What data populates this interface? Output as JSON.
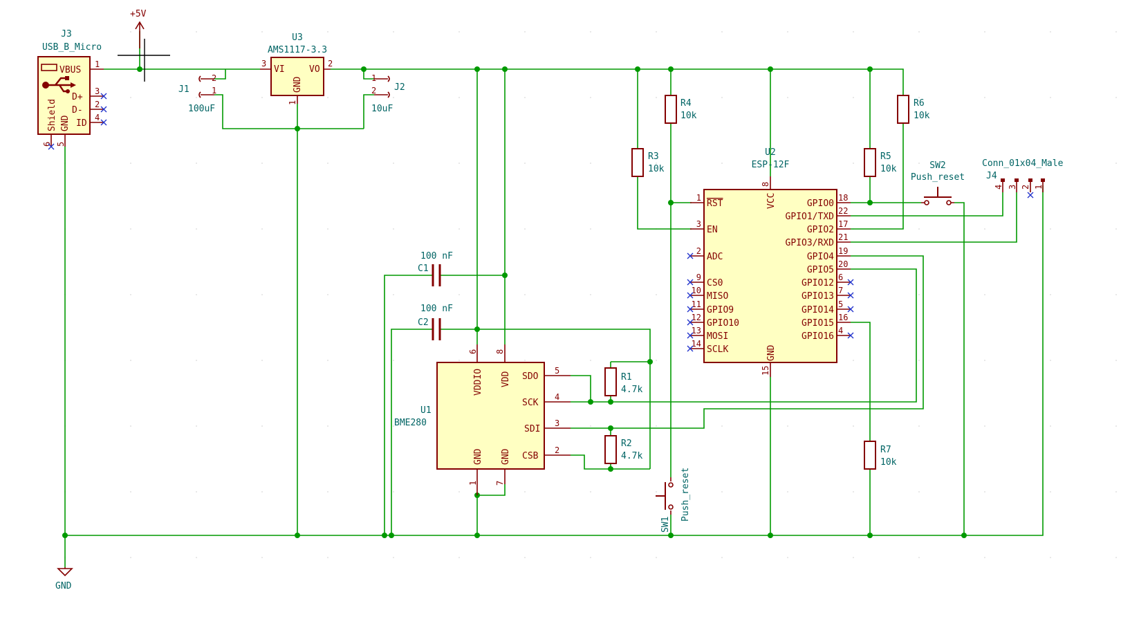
{
  "power": {
    "vcc": "+5V",
    "gnd": "GND"
  },
  "j3": {
    "ref": "J3",
    "value": "USB_B_Micro",
    "pins": {
      "vbus": "VBUS",
      "dp": "D+",
      "dm": "D-",
      "id": "ID",
      "shield": "Shield",
      "gnd": "GND"
    },
    "nums": {
      "vbus": "1",
      "dp": "3",
      "dm": "2",
      "id": "4",
      "shield": "6",
      "gnd": "5"
    }
  },
  "u3": {
    "ref": "U3",
    "value": "AMS1117-3.3",
    "pins": {
      "vi": "VI",
      "vo": "VO",
      "gnd": "GND"
    },
    "nums": {
      "vi": "3",
      "vo": "2",
      "gnd": "1"
    }
  },
  "j1": {
    "ref": "J1",
    "value": "100uF",
    "n2": "2",
    "n1": "1"
  },
  "j2": {
    "ref": "J2",
    "value": "10uF",
    "n1": "1",
    "n2": "2"
  },
  "r1": {
    "ref": "R1",
    "value": "4.7k"
  },
  "r2": {
    "ref": "R2",
    "value": "4.7k"
  },
  "r3": {
    "ref": "R3",
    "value": "10k"
  },
  "r4": {
    "ref": "R4",
    "value": "10k"
  },
  "r5": {
    "ref": "R5",
    "value": "10k"
  },
  "r6": {
    "ref": "R6",
    "value": "10k"
  },
  "r7": {
    "ref": "R7",
    "value": "10k"
  },
  "c1": {
    "ref": "C1",
    "value": "100 nF"
  },
  "c2": {
    "ref": "C2",
    "value": "100 nF"
  },
  "u1": {
    "ref": "U1",
    "value": "BME280",
    "pins": {
      "vddio": "VDDIO",
      "vdd": "VDD",
      "sdo": "SDO",
      "sck": "SCK",
      "sdi": "SDI",
      "csb": "CSB",
      "gnd1": "GND",
      "gnd7": "GND"
    },
    "nums": {
      "vddio": "6",
      "vdd": "8",
      "sdo": "5",
      "sck": "4",
      "sdi": "3",
      "csb": "2",
      "gnd1": "1",
      "gnd7": "7"
    }
  },
  "u2": {
    "ref": "U2",
    "value": "ESP-12F",
    "left_pins": [
      {
        "num": "1",
        "name": "RST"
      },
      {
        "num": "3",
        "name": "EN"
      },
      {
        "num": "2",
        "name": "ADC"
      },
      {
        "num": "9",
        "name": "CS0"
      },
      {
        "num": "10",
        "name": "MISO"
      },
      {
        "num": "11",
        "name": "GPIO9"
      },
      {
        "num": "12",
        "name": "GPIO10"
      },
      {
        "num": "13",
        "name": "MOSI"
      },
      {
        "num": "14",
        "name": "SCLK"
      }
    ],
    "right_pins": [
      {
        "num": "18",
        "name": "GPIO0"
      },
      {
        "num": "22",
        "name": "GPIO1/TXD"
      },
      {
        "num": "17",
        "name": "GPIO2"
      },
      {
        "num": "21",
        "name": "GPIO3/RXD"
      },
      {
        "num": "19",
        "name": "GPIO4"
      },
      {
        "num": "20",
        "name": "GPIO5"
      },
      {
        "num": "6",
        "name": "GPIO12"
      },
      {
        "num": "7",
        "name": "GPIO13"
      },
      {
        "num": "5",
        "name": "GPIO14"
      },
      {
        "num": "16",
        "name": "GPIO15"
      },
      {
        "num": "4",
        "name": "GPIO16"
      }
    ],
    "vcc": {
      "num": "8",
      "name": "VCC"
    },
    "gnd": {
      "num": "15",
      "name": "GND"
    }
  },
  "sw1": {
    "ref": "SW1",
    "value": "Push_reset"
  },
  "sw2": {
    "ref": "SW2",
    "value": "Push_reset"
  },
  "j4": {
    "ref": "J4",
    "value": "Conn_01x04_Male",
    "nums": [
      "4",
      "3",
      "2",
      "1"
    ]
  }
}
